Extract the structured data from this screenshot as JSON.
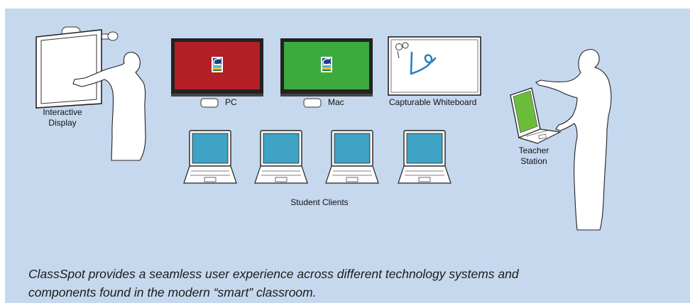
{
  "labels": {
    "interactive_display_line1": "Interactive",
    "interactive_display_line2": "Display",
    "pc": "PC",
    "mac": "Mac",
    "capturable_whiteboard": "Capturable Whiteboard",
    "teacher_station_line1": "Teacher",
    "teacher_station_line2": "Station",
    "student_clients": "Student Clients"
  },
  "caption": {
    "line1": "ClassSpot provides a seamless user experience across different technology systems and",
    "line2": "components found in the modern “smart” classroom."
  },
  "colors": {
    "background": "#c6d8ee",
    "pc_screen": "#b31f24",
    "mac_screen": "#3caa3c",
    "student_screen": "#3ea3c4",
    "teacher_screen": "#6cbc3c",
    "whiteboard_ink": "#2a7fc0"
  },
  "icons": [
    "projector-icon",
    "interactive-board-icon",
    "person-silhouette-icon",
    "monitor-icon",
    "mini-pc-icon",
    "whiteboard-icon",
    "laptop-icon"
  ]
}
